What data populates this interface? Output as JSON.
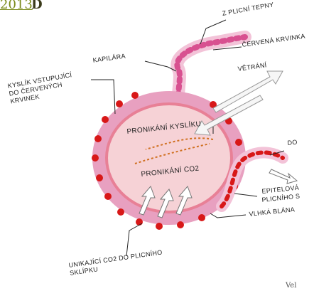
{
  "header_fragment": {
    "year": "2013",
    "letter": "D"
  },
  "footer_fragment": "Vel",
  "diagram": {
    "labels": {
      "pulmonary_artery": "Z PLICNÍ TEPNY",
      "red_blood": "ČERVENÁ KRVINKA",
      "capillary": "KAPILÁRA",
      "ventilation": "VĚTRÁNÍ",
      "oxygen_entering": "KYSLÍK VSTUPUJÍCÍ DO ČERVENÝCH KRVINEK",
      "oxygen_penetration": "PRONIKÁNÍ KYSLÍKU",
      "co2_penetration": "PRONIKÁNÍ CO2",
      "right_top_cut": "DO",
      "epithelial": "EPITELOVÁ",
      "epithelial2": "PLICNÍHO S",
      "moist_membrane": "VLHKÁ BLÁNA",
      "co2_escaping": "UNIKAJÍCÍ CO2 DO PLICNÍHO SKLÍPKU"
    },
    "colors": {
      "vessel_outer": "#e8a8c8",
      "vessel_inner": "#d85090",
      "red_cell": "#e02020",
      "alveolus_fill": "#f4c8cc",
      "alveolus_rim": "#e87890",
      "arrow": "#d07020"
    }
  }
}
